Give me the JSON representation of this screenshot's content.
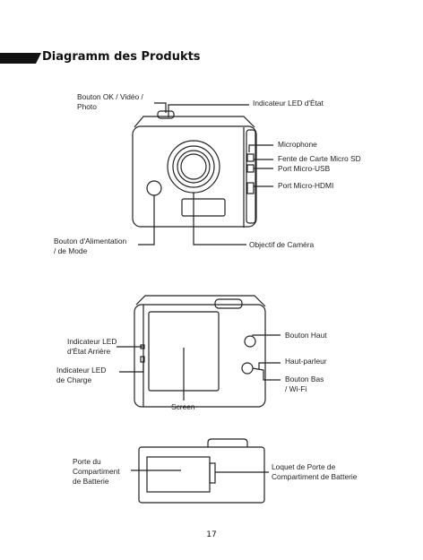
{
  "title": "Diagramm des Produkts",
  "view1": {
    "ok_button": "Bouton OK / Vidéo /\nPhoto",
    "status_led": "Indicateur LED d'État",
    "microphone": "Microphone",
    "sd_slot": "Fente de Carte Micro SD",
    "usb_port": "Port Micro-USB",
    "hdmi_port": "Port Micro-HDMI",
    "power_button": "Bouton d'Alimentation\n/ de Mode",
    "lens": "Objectif de Caméra"
  },
  "view2": {
    "rear_led": "Indicateur LED\nd'État Arrière",
    "charge_led": "Indicateur LED\nde Charge",
    "screen": "Screen",
    "up_button": "Bouton Haut",
    "speaker": "Haut-parleur",
    "down_button": "Bouton Bas\n/ Wi-Fi"
  },
  "view3": {
    "battery_door": "Porte du\nCompartiment\nde Batterie",
    "door_latch": "Loquet de Porte de\nCompartiment de Batterie"
  },
  "page_number": "17"
}
